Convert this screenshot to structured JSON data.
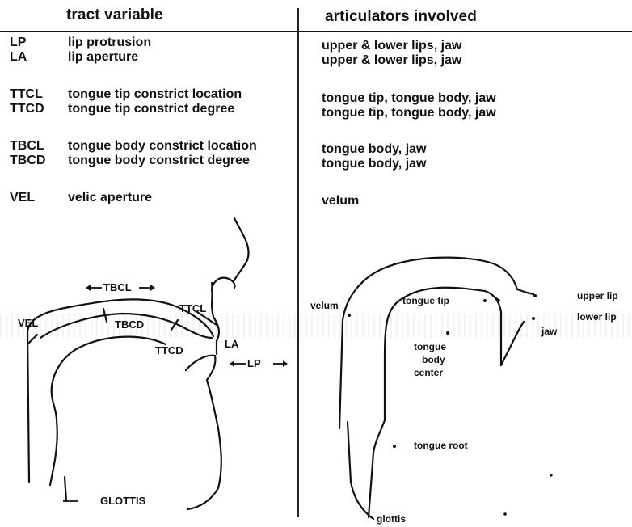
{
  "table": {
    "headers": [
      "tract variable",
      "articulators involved"
    ],
    "rows": [
      {
        "code": "LP",
        "variable": "lip protrusion",
        "articulators": "upper & lower lips, jaw"
      },
      {
        "code": "LA",
        "variable": "lip aperture",
        "articulators": "upper & lower lips, jaw"
      },
      {
        "code": "TTCL",
        "variable": "tongue tip constrict location",
        "articulators": "tongue tip, tongue body, jaw"
      },
      {
        "code": "TTCD",
        "variable": "tongue tip constrict degree",
        "articulators": "tongue tip, tongue body, jaw"
      },
      {
        "code": "TBCL",
        "variable": "tongue body constrict location",
        "articulators": "tongue body, jaw"
      },
      {
        "code": "TBCD",
        "variable": "tongue body constrict degree",
        "articulators": "tongue body, jaw"
      },
      {
        "code": "VEL",
        "variable": "velic aperture",
        "articulators": "velum"
      }
    ]
  },
  "diagram": {
    "left": {
      "tbcl": "TBCL",
      "ttcl": "TTCL",
      "tbcd": "TBCD",
      "vel": "VEL",
      "ttcd": "TTCD",
      "la": "LA",
      "lp": "LP",
      "glottis": "GLOTTIS"
    },
    "right": {
      "velum": "velum",
      "tongue_tip": "tongue tip",
      "upper_lip": "upper lip",
      "lower_lip": "lower lip",
      "jaw": "jaw",
      "tongue_body_1": "tongue",
      "tongue_body_2": "body",
      "tongue_body_3": "center",
      "tongue_root": "tongue root",
      "glottis": "glottis"
    }
  }
}
